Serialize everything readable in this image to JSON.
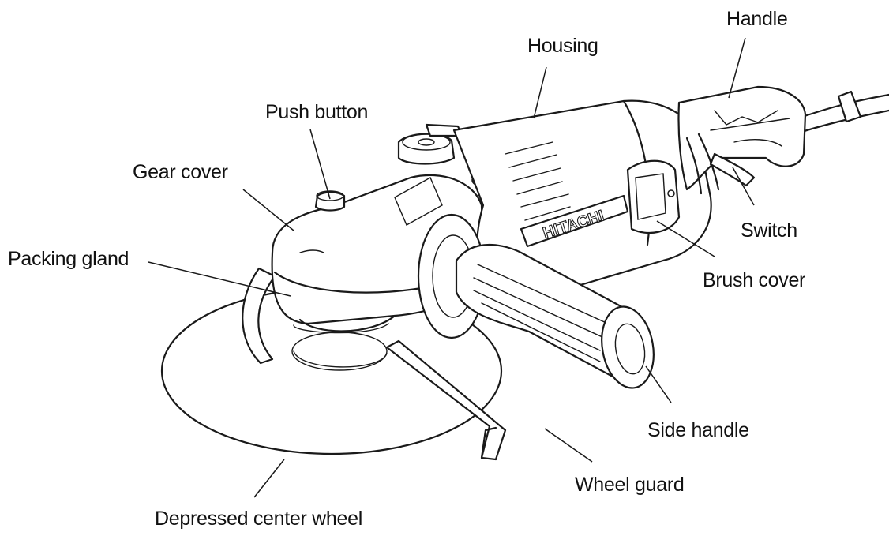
{
  "labels": {
    "handle": "Handle",
    "housing": "Housing",
    "push_button": "Push button",
    "gear_cover": "Gear cover",
    "packing_gland": "Packing gland",
    "switch": "Switch",
    "brush_cover": "Brush cover",
    "side_handle": "Side handle",
    "wheel_guard": "Wheel guard",
    "depressed_center_wheel": "Depressed center wheel"
  },
  "brand": "HITACHI",
  "colors": {
    "ink": "#1a1a1a",
    "background": "#ffffff"
  }
}
